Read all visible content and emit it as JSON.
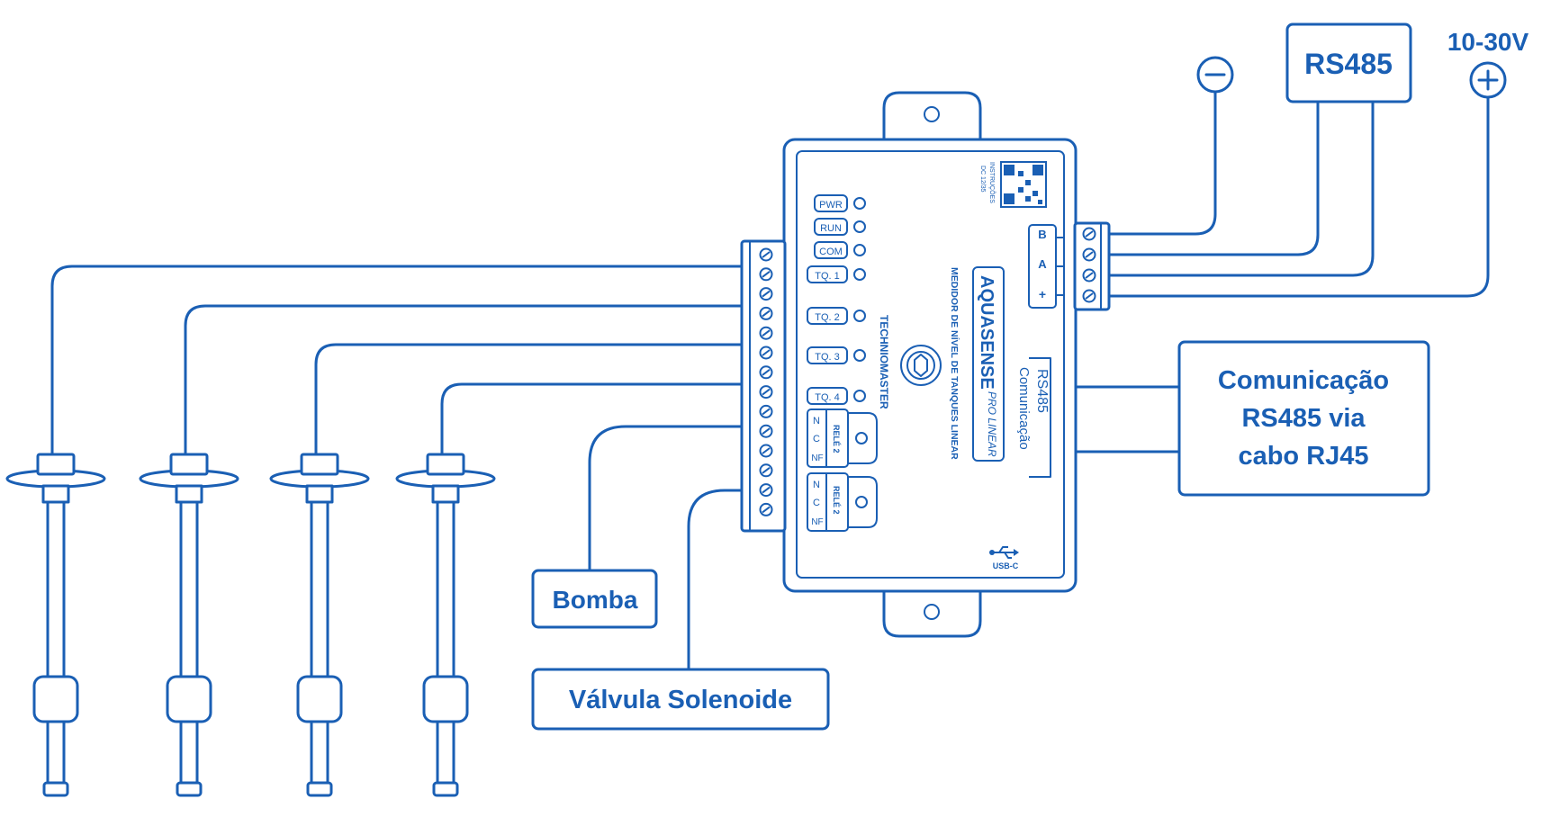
{
  "labels": {
    "minus": "⊖",
    "rs485": "RS485",
    "voltage": "10-30V",
    "plus": "⊕",
    "comm_line1": "Comunicação",
    "comm_line2": "RS485 via",
    "comm_line3": "cabo RJ45",
    "pump": "Bomba",
    "valve": "Válvula Solenoide"
  },
  "device": {
    "leds": [
      "PWR",
      "RUN",
      "COM",
      "TQ. 1",
      "TQ. 2",
      "TQ. 3",
      "TQ. 4"
    ],
    "brand": "AQUASENSE",
    "model": "PRO LINEAR",
    "subtitle": "MEDIDOR DE NÍVEL DE TANQUES LINEAR",
    "maker": "TECHNIOMASTER",
    "relay_label": "RELÉ 2",
    "relay_contacts": [
      "N",
      "C",
      "NF"
    ],
    "port_label": "RS485",
    "port_sub": "Comunicação",
    "terminal_labels": [
      "B",
      "A",
      "+"
    ],
    "usb_label": "USB-C",
    "qr_text_1": "INSTRUÇÕES",
    "qr_text_2": "DC 12/35"
  },
  "colors": {
    "line": "#1a5fb4",
    "background": "#ffffff"
  }
}
